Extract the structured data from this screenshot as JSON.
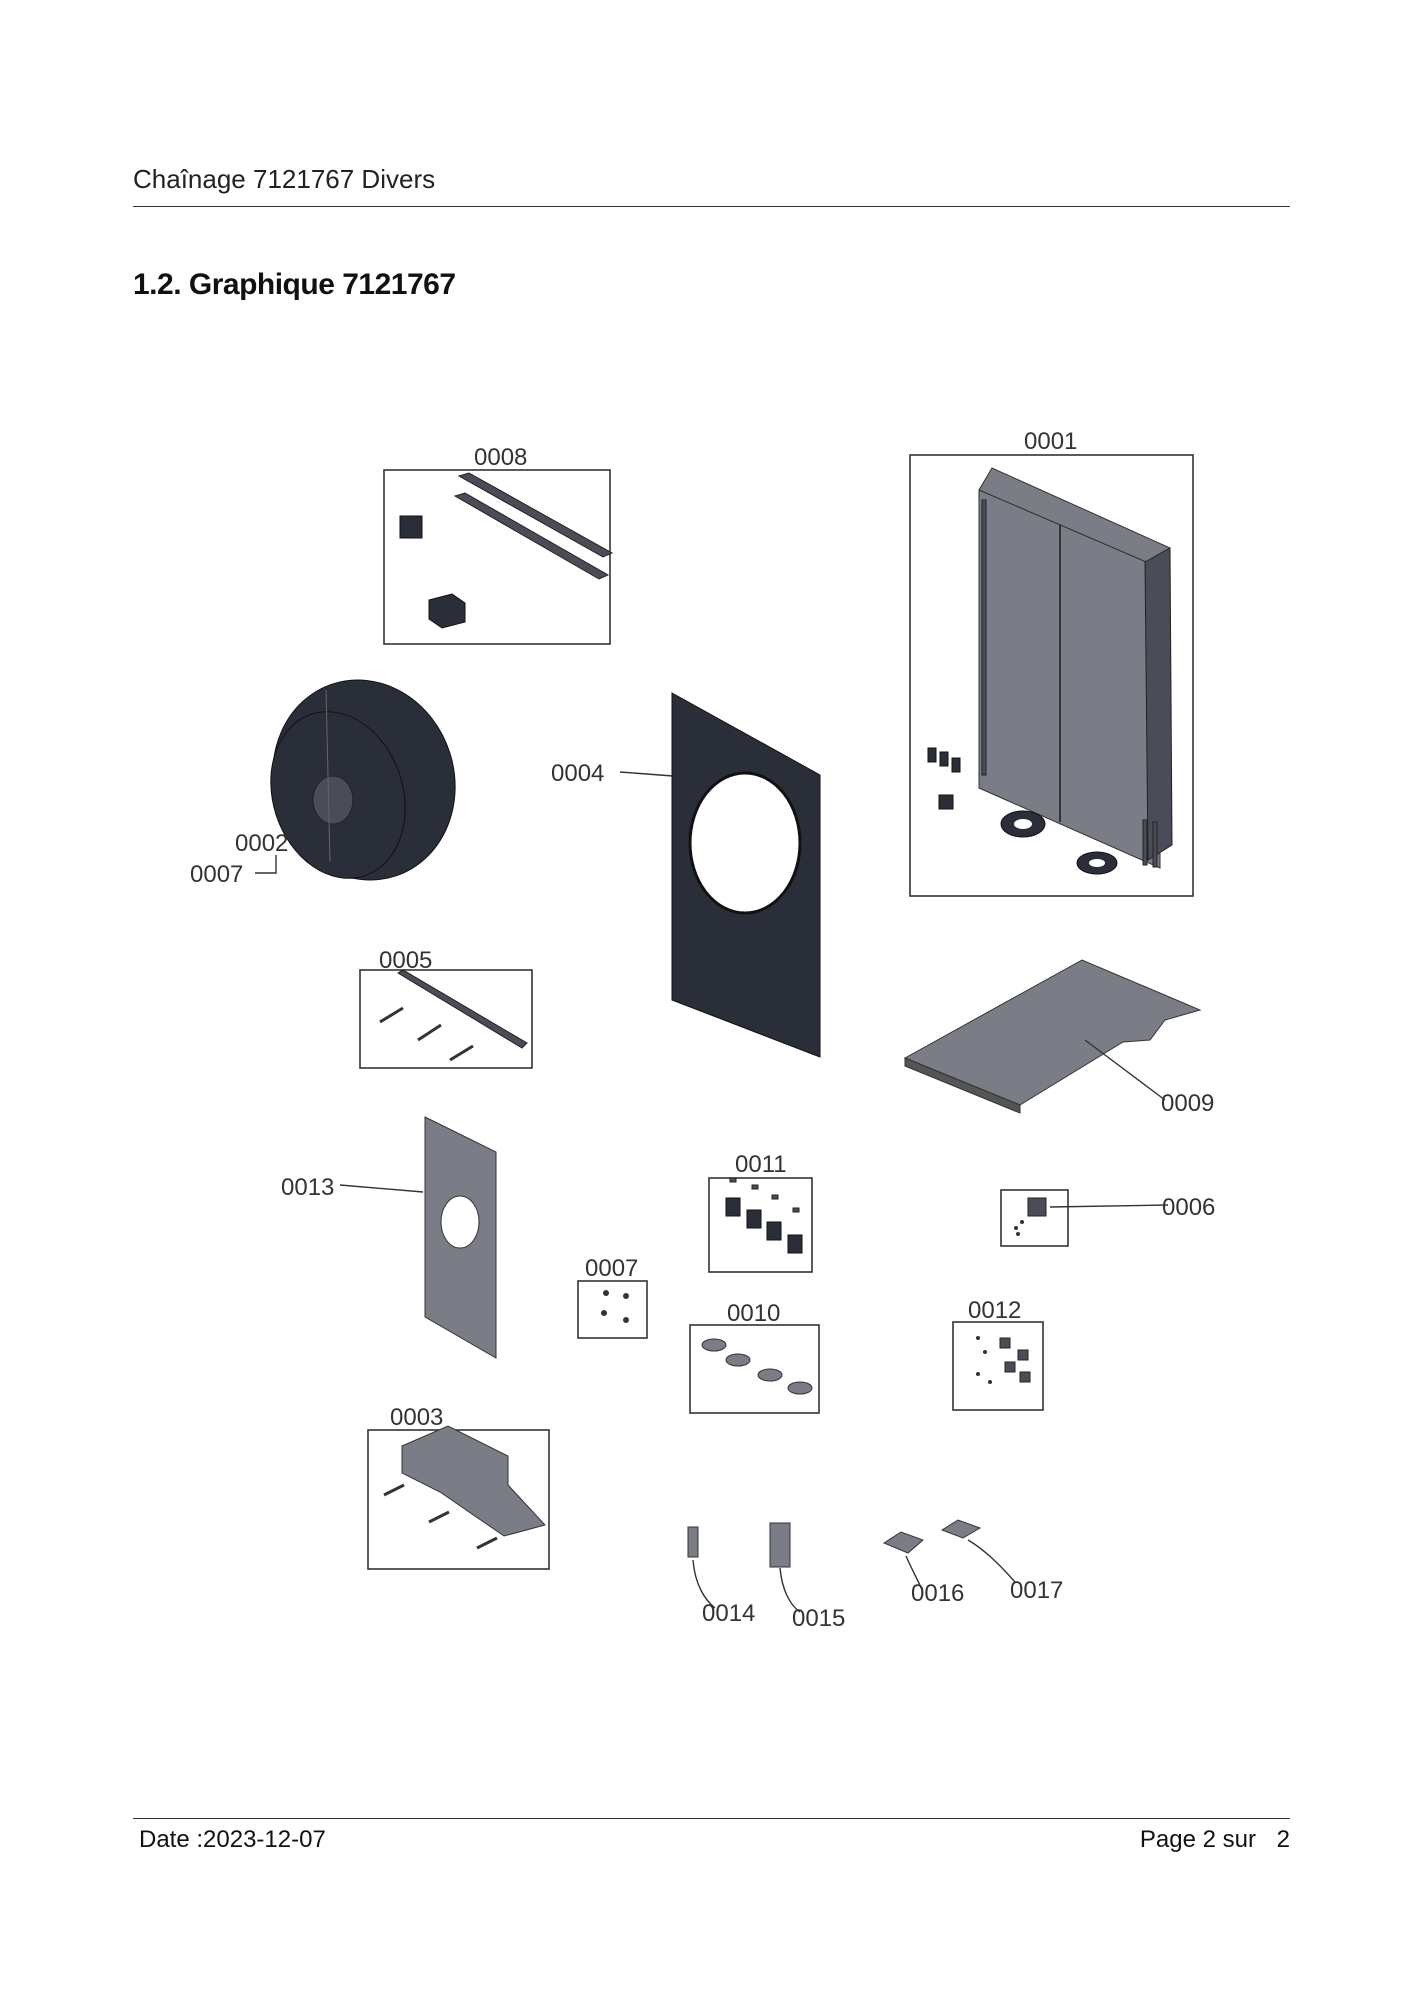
{
  "header": {
    "title": "Chaînage 7121767 Divers"
  },
  "section": {
    "title": "1.2. Graphique 7121767"
  },
  "callouts": {
    "c0001": "0001",
    "c0002": "0002",
    "c0003": "0003",
    "c0004": "0004",
    "c0005": "0005",
    "c0006": "0006",
    "c0007a": "0007",
    "c0007b": "0007",
    "c0008": "0008",
    "c0009": "0009",
    "c0010": "0010",
    "c0011": "0011",
    "c0012": "0012",
    "c0013": "0013",
    "c0014": "0014",
    "c0015": "0015",
    "c0016": "0016",
    "c0017": "0017"
  },
  "footer": {
    "date": "Date :2023-12-07",
    "page_label": "Page 2 sur",
    "page_total": "2"
  }
}
